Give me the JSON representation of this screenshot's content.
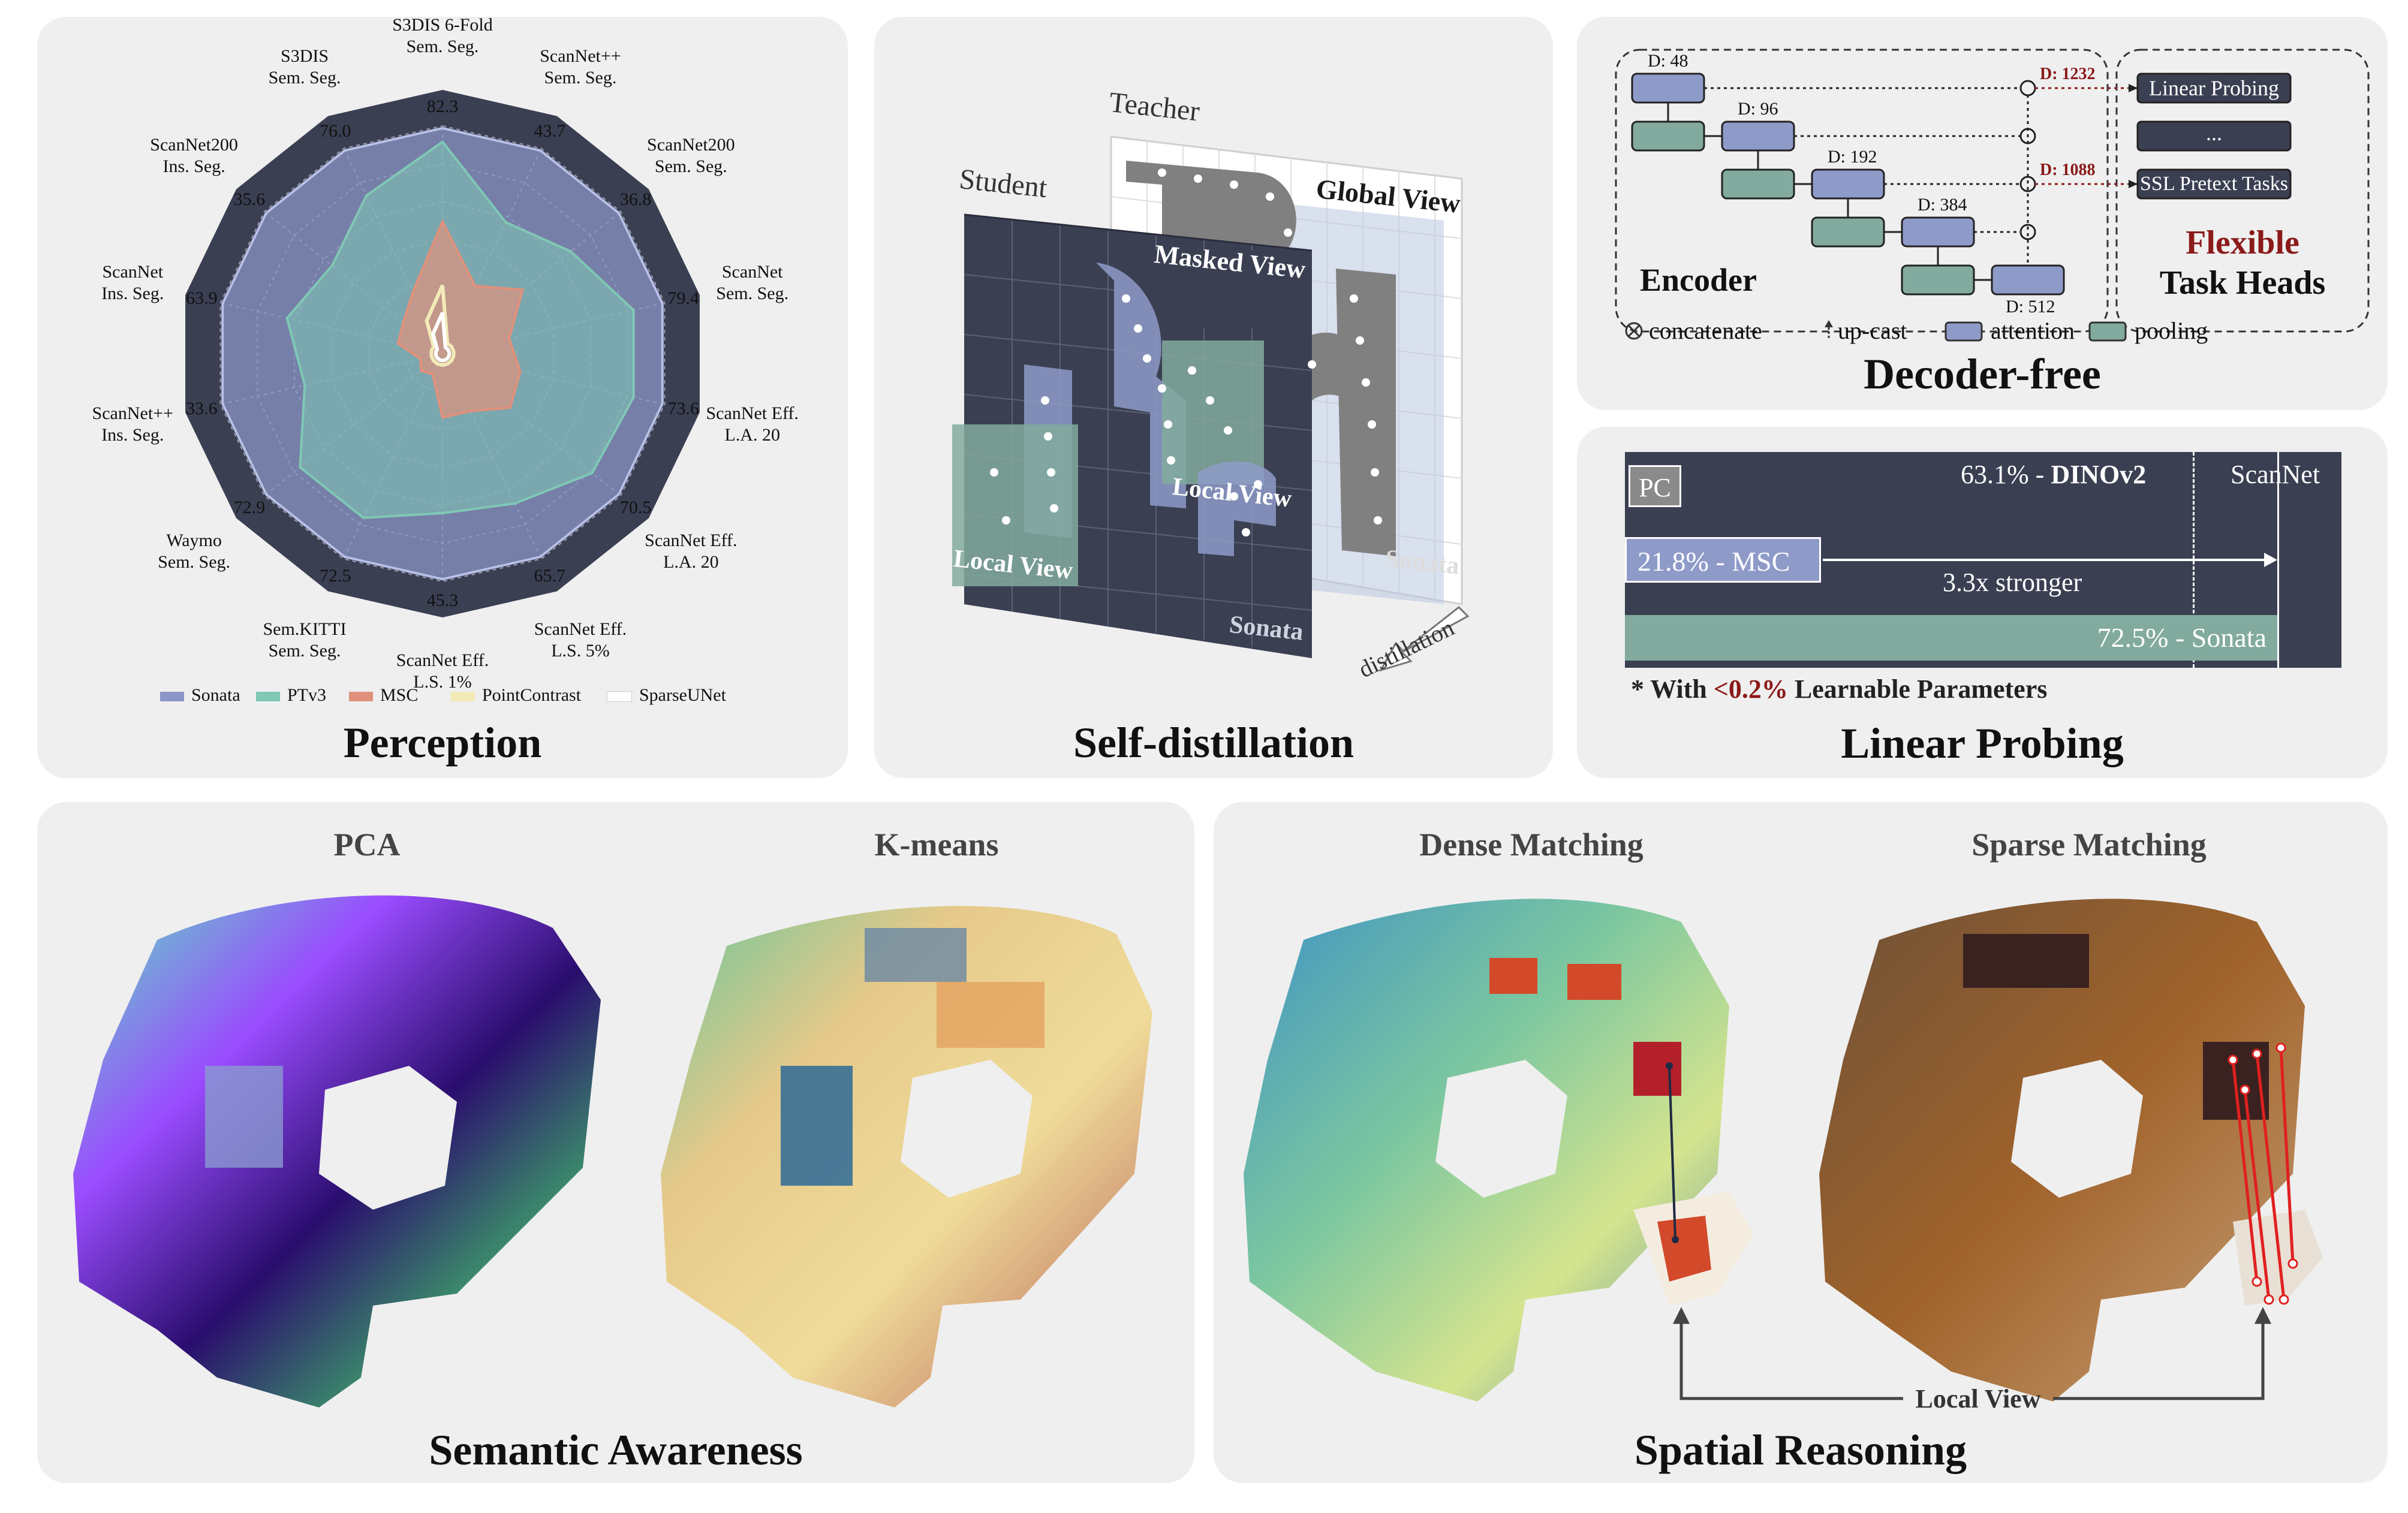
{
  "panels": {
    "perception": "Perception",
    "self_distillation": "Self-distillation",
    "decoder_free": "Decoder-free",
    "linear_probing": "Linear Probing",
    "semantic_awareness": "Semantic Awareness",
    "spatial_reasoning": "Spatial Reasoning"
  },
  "radar": {
    "axes": [
      {
        "label": "S3DIS 6-Fold\nSem. Seg.",
        "value": "82.3"
      },
      {
        "label": "ScanNet++\nSem. Seg.",
        "value": "43.7"
      },
      {
        "label": "ScanNet200\nSem. Seg.",
        "value": "36.8"
      },
      {
        "label": "ScanNet\nSem. Seg.",
        "value": "79.4"
      },
      {
        "label": "ScanNet Eff.\nL.A. 20",
        "value": "73.6"
      },
      {
        "label": "ScanNet Eff.\nL.A. 20",
        "value": "70.5"
      },
      {
        "label": "ScanNet Eff.\nL.S. 5%",
        "value": "65.7"
      },
      {
        "label": "ScanNet Eff.\nL.S. 1%",
        "value": "45.3"
      },
      {
        "label": "Sem.KITTI\nSem. Seg.",
        "value": "72.5"
      },
      {
        "label": "Waymo\nSem. Seg.",
        "value": "72.9"
      },
      {
        "label": "ScanNet++\nIns. Seg.",
        "value": "33.6"
      },
      {
        "label": "ScanNet\nIns. Seg.",
        "value": "63.9"
      },
      {
        "label": "ScanNet200\nIns. Seg.",
        "value": "35.6"
      },
      {
        "label": "S3DIS\nSem. Seg.",
        "value": "76.0"
      }
    ],
    "legend": [
      {
        "name": "Sonata",
        "color": "#8b95c6"
      },
      {
        "name": "PTv3",
        "color": "#7fc8b4"
      },
      {
        "name": "MSC",
        "color": "#e0917c"
      },
      {
        "name": "PointContrast",
        "color": "#f2ebb8"
      },
      {
        "name": "SparseUNet",
        "color": "#ffffff"
      }
    ],
    "colors": {
      "bg": "#3b3f52",
      "sonata": "#8b95c6",
      "ptv3": "#7fc8b4",
      "msc": "#e0917c",
      "pc": "#f2ebb8"
    }
  },
  "distill": {
    "teacher": "Teacher",
    "student": "Student",
    "global_view": "Global View",
    "masked_view": "Masked View",
    "local_view_1": "Local View",
    "local_view_2": "Local View",
    "sonata_1": "Sonata",
    "sonata_2": "Sonata",
    "arrow_label": "distillation"
  },
  "decoder": {
    "dims": [
      "D: 48",
      "D: 96",
      "D: 192",
      "D: 384",
      "D: 512"
    ],
    "out_dims": [
      "D: 1232",
      "D: 1088"
    ],
    "encoder": "Encoder",
    "heads": [
      "Linear Probing",
      "...",
      "SSL Pretext Tasks"
    ],
    "flexible": "Flexible",
    "task_heads": "Task Heads",
    "legend": [
      "concatenate",
      "up-cast",
      "attention",
      "pooling"
    ],
    "colors": {
      "attention": "#8e9bc8",
      "pooling": "#82aa9e",
      "accent": "#8b1a1a"
    }
  },
  "linear_probe": {
    "pc": "PC",
    "dinov2_value": "63.1%",
    "dinov2_sep": " - ",
    "dinov2_name": "DINOv2",
    "dataset": "ScanNet",
    "msc": "21.8% - MSC",
    "stronger": "3.3x stronger",
    "sonata_value": "72.5%",
    "sonata_name": " - Sonata",
    "note_prefix": "* With ",
    "note_highlight": "<0.2%",
    "note_suffix": " Learnable Parameters",
    "chart_data": {
      "type": "bar",
      "categories": [
        "MSC",
        "DINOv2",
        "Sonata"
      ],
      "values": [
        21.8,
        63.1,
        72.5
      ]
    }
  },
  "semantic": {
    "pca": "PCA",
    "kmeans": "K-means"
  },
  "spatial": {
    "dense": "Dense Matching",
    "sparse": "Sparse Matching",
    "local_view": "Local View"
  }
}
